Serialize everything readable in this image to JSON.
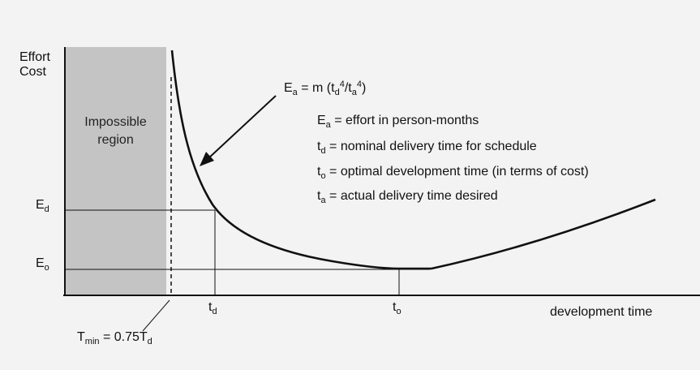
{
  "axes": {
    "y_label_line1": "Effort",
    "y_label_line2": "Cost",
    "x_label": "development time"
  },
  "region": {
    "line1": "Impossible",
    "line2": "region"
  },
  "ticks": {
    "y_ed": {
      "base": "E",
      "sub": "d"
    },
    "y_eo": {
      "base": "E",
      "sub": "o"
    },
    "x_td": {
      "base": "t",
      "sub": "d"
    },
    "x_to": {
      "base": "t",
      "sub": "o"
    }
  },
  "tmin": {
    "base": "T",
    "sub": "min",
    "rest": " = 0.75T",
    "sub2": "d"
  },
  "formula": {
    "lhs": "E",
    "lhs_sub": "a",
    "eq": " = m (t",
    "td_sub": "d",
    "td_sup": "4",
    "mid": "/t",
    "ta_sub": "a",
    "ta_sup": "4",
    "close": ")"
  },
  "legend": [
    {
      "sym": "E",
      "sub": "a",
      "text": " = effort in person-months"
    },
    {
      "sym": "t",
      "sub": "d",
      "text": " = nominal delivery time for schedule"
    },
    {
      "sym": "t",
      "sub": "o",
      "text": " = optimal development time (in terms of cost)"
    },
    {
      "sym": "t",
      "sub": "a",
      "text": " = actual delivery time desired"
    }
  ],
  "colors": {
    "background": "#f3f3f3",
    "impossible_region": "#c4c4c4",
    "lines": "#111111"
  }
}
